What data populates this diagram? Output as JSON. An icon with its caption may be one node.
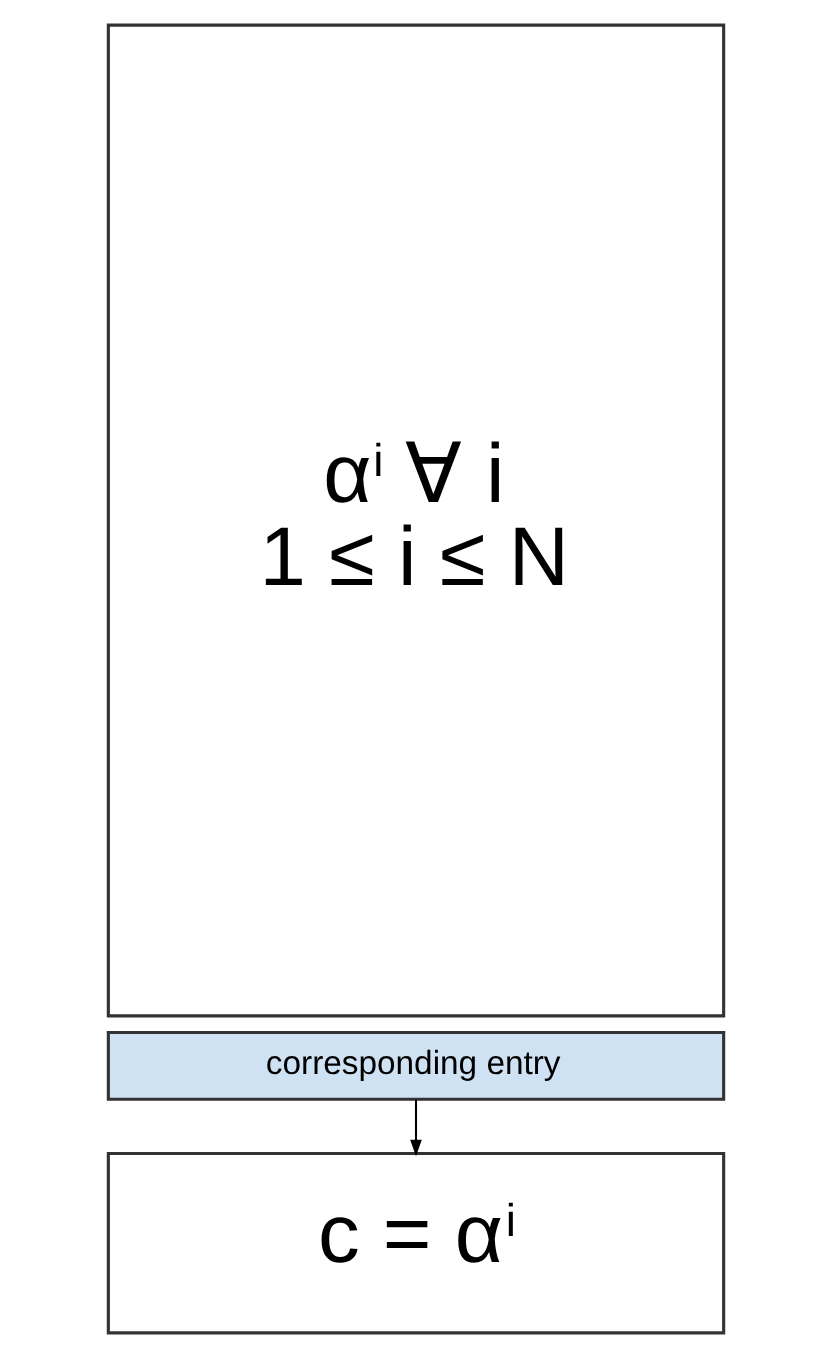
{
  "diagram": {
    "nodes": [
      {
        "text": [
          "α$^{i}$ ∀ i",
          "1 ≤ i ≤ N"
        ]
      },
      {
        "text": [
          "corresponding entry"
        ]
      },
      {
        "text": [
          "c = α$^{i}$"
        ]
      }
    ],
    "edges": [
      {
        "from": 1,
        "to": 2,
        "arrow": "to"
      }
    ]
  }
}
